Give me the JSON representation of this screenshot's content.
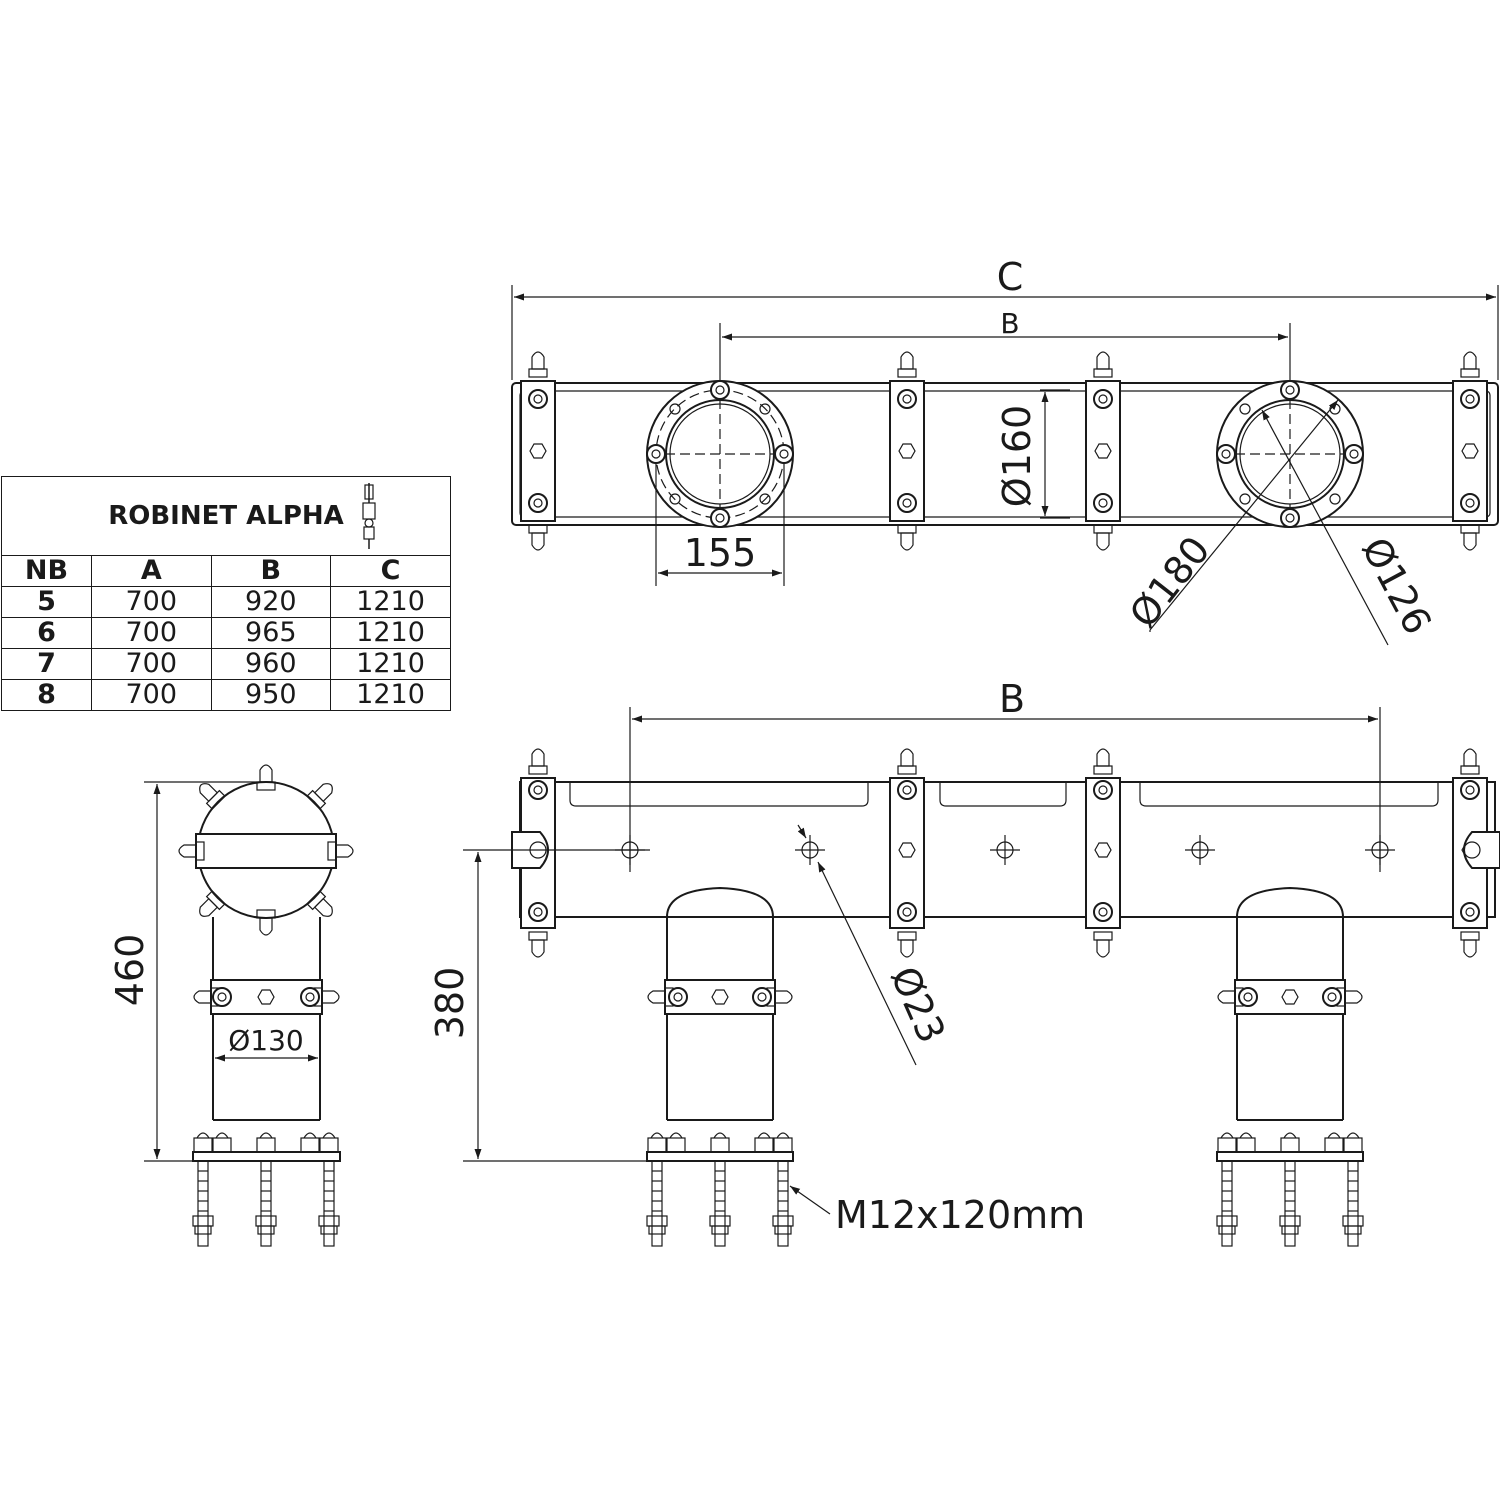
{
  "table": {
    "title": "ROBINET ALPHA",
    "headers": [
      "NB",
      "A",
      "B",
      "C"
    ],
    "rows": [
      [
        "5",
        "700",
        "920",
        "1210"
      ],
      [
        "6",
        "700",
        "965",
        "1210"
      ],
      [
        "7",
        "700",
        "960",
        "1210"
      ],
      [
        "8",
        "700",
        "950",
        "1210"
      ]
    ]
  },
  "dimensions": {
    "top_c": "C",
    "top_b": "B",
    "d160": "Ø160",
    "d155": "155",
    "d180": "Ø180",
    "d126": "Ø126",
    "front_b": "B",
    "d23": "Ø23",
    "h380": "380",
    "h460": "460",
    "d130": "Ø130",
    "bolt": "M12x120mm"
  },
  "icons": [
    "tap-icon"
  ]
}
